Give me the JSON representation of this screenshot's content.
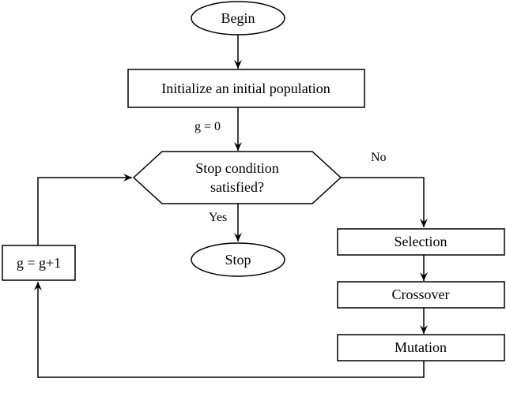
{
  "nodes": {
    "begin": "Begin",
    "initialize": "Initialize an initial population",
    "condition_line1": "Stop condition",
    "condition_line2": "satisfied?",
    "stop": "Stop",
    "selection": "Selection",
    "crossover": "Crossover",
    "mutation": "Mutation",
    "increment": "g = g+1"
  },
  "edge_labels": {
    "init_g": "g = 0",
    "yes": "Yes",
    "no": "No"
  }
}
